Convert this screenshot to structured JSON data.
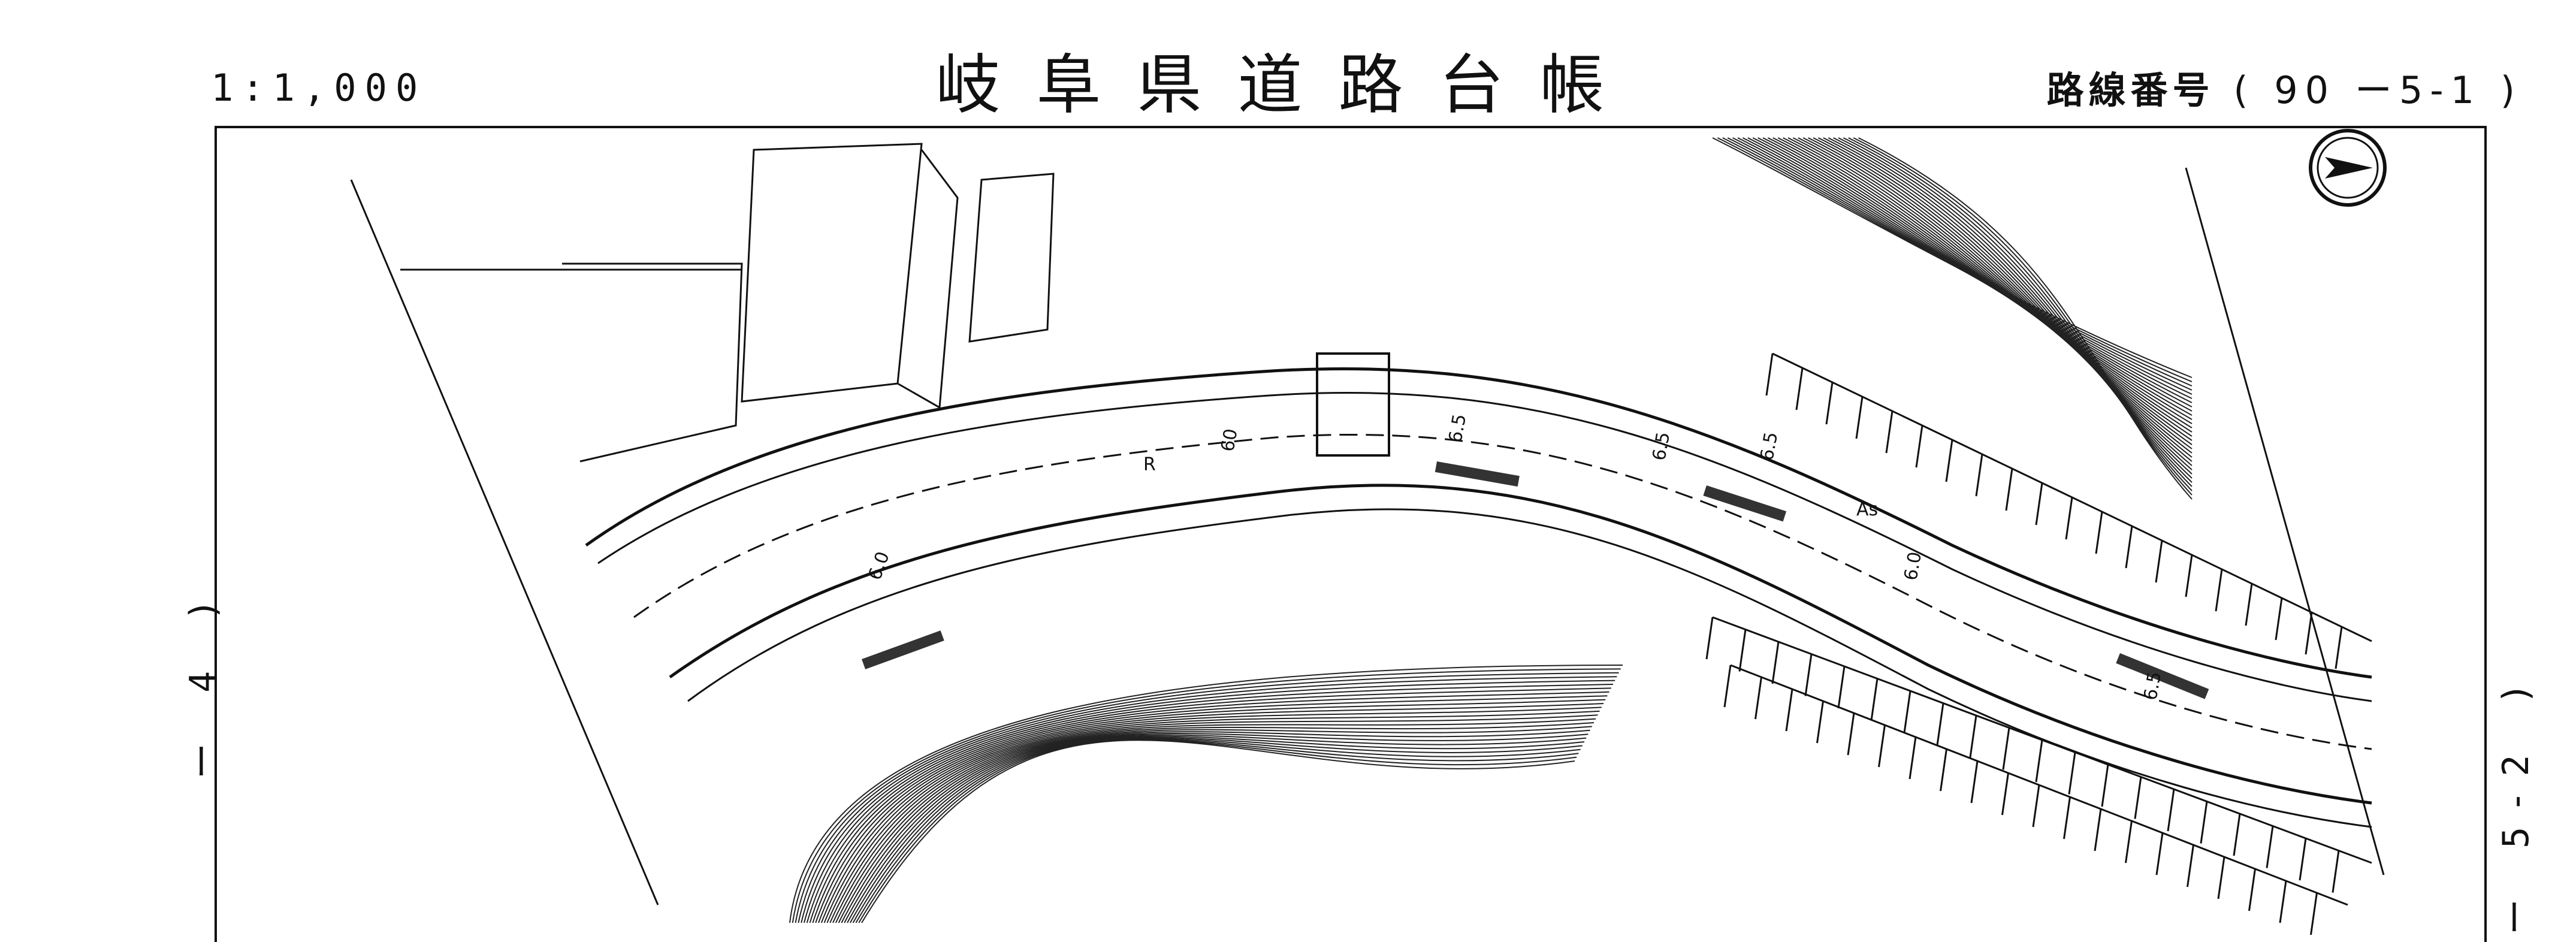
{
  "sheet": {
    "title": "岐阜県道路台帳",
    "scale": "1:1,000",
    "route_label": "路線番号",
    "route_value": "( 90 ー5-1 )",
    "adjacent_left": "ー 4 )",
    "adjacent_right": "ー 5-2 )"
  },
  "map": {
    "north_arrow": "north-arrow-icon",
    "labels": [
      "R",
      "60",
      "6.0",
      "6.5",
      "6.5",
      "As",
      "6.0",
      "6.5",
      "6.5"
    ],
    "colors": {
      "line": "#111111",
      "background": "#ffffff"
    }
  }
}
